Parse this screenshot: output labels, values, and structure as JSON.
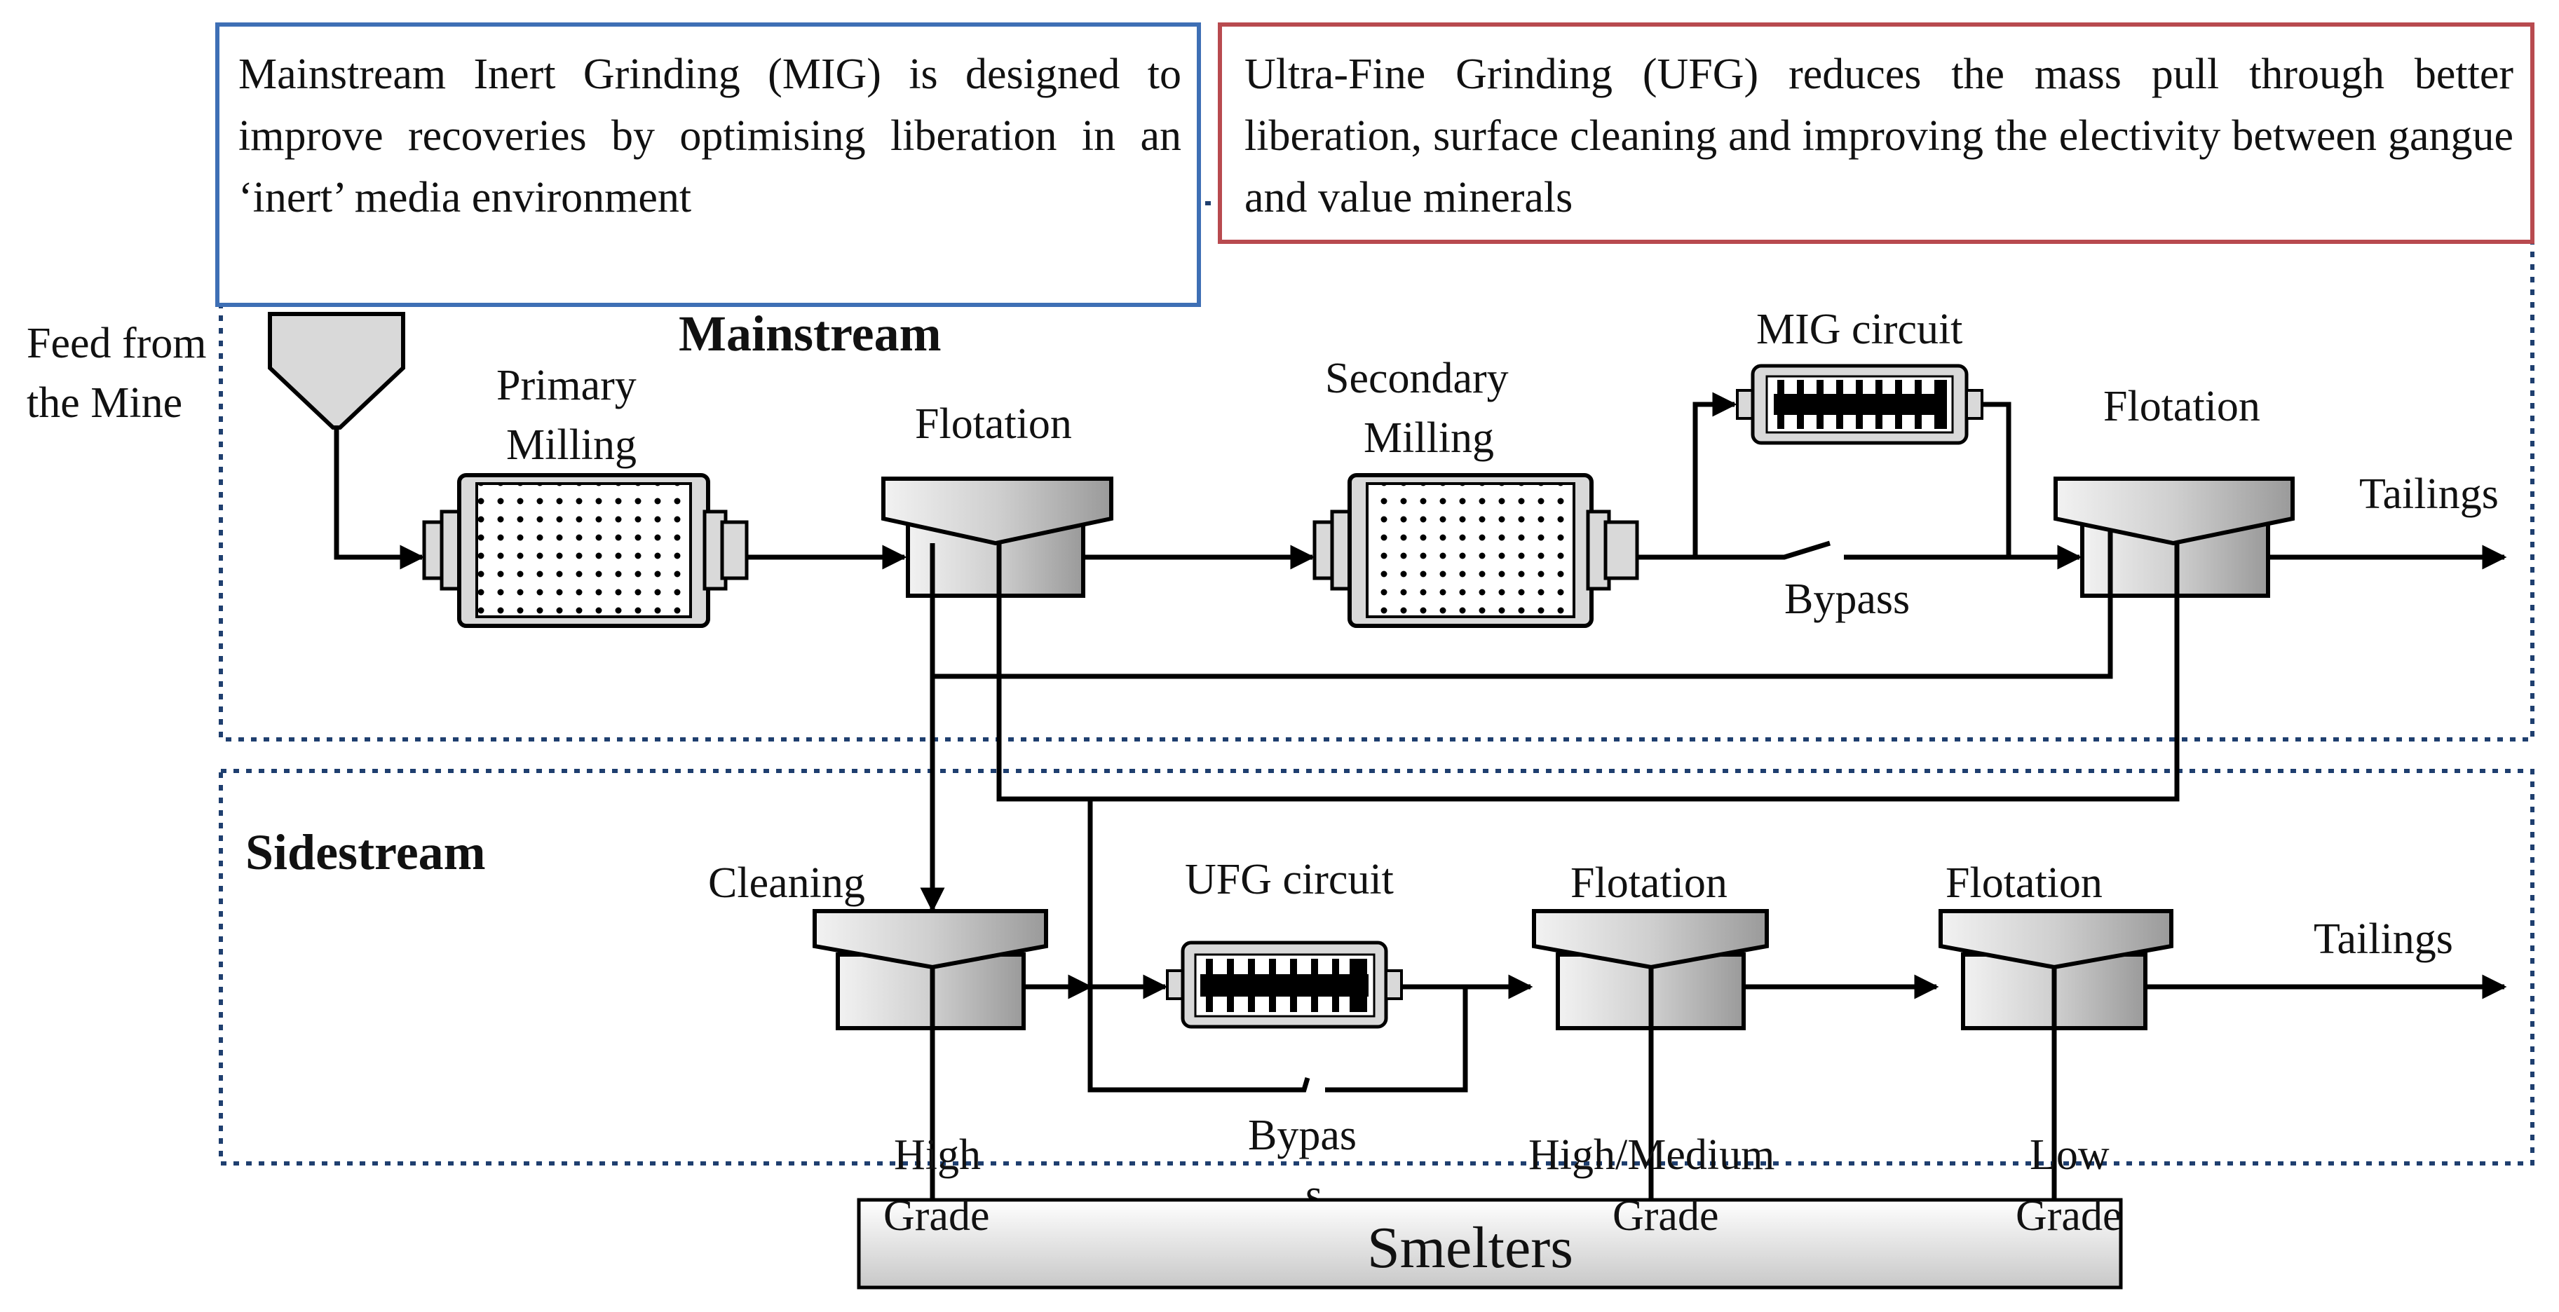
{
  "callouts": {
    "mig": "Mainstream Inert Grinding (MIG) is designed to improve recoveries by optimising liberation in an ‘inert’ media environment",
    "ufg": "Ultra-Fine Grinding (UFG) reduces the mass pull through better liberation, surface cleaning and improving the electivity  between gangue and value minerals"
  },
  "colors": {
    "mig_border": "#3e6fb5",
    "ufg_border": "#b84a4f",
    "zone_border": "#1f3f6f",
    "equipment_fill": "#d9d9d9"
  },
  "sections": {
    "mainstream": "Mainstream",
    "sidestream": "Sidestream"
  },
  "labels": {
    "feed_1": "Feed from",
    "feed_2": "the Mine",
    "primary_1": "Primary",
    "primary_2": "Milling",
    "flotation_1": "Flotation",
    "secondary_1": "Secondary",
    "secondary_2": "Milling",
    "mig_circuit": "MIG circuit",
    "flotation_2": "Flotation",
    "tailings_top": "Tailings",
    "bypass_top": "Bypass",
    "cleaning": "Cleaning",
    "ufg_circuit": "UFG circuit",
    "flotation_3": "Flotation",
    "flotation_4": "Flotation",
    "tailings_bottom": "Tailings",
    "bypass_bottom_1": "Bypas",
    "bypass_bottom_2": "s",
    "high_1": "High",
    "high_2": "Grade",
    "highmed_1": "High/Medium",
    "highmed_2": "Grade",
    "low_1": "Low",
    "low_2": "Grade",
    "smelters": "Smelters"
  }
}
